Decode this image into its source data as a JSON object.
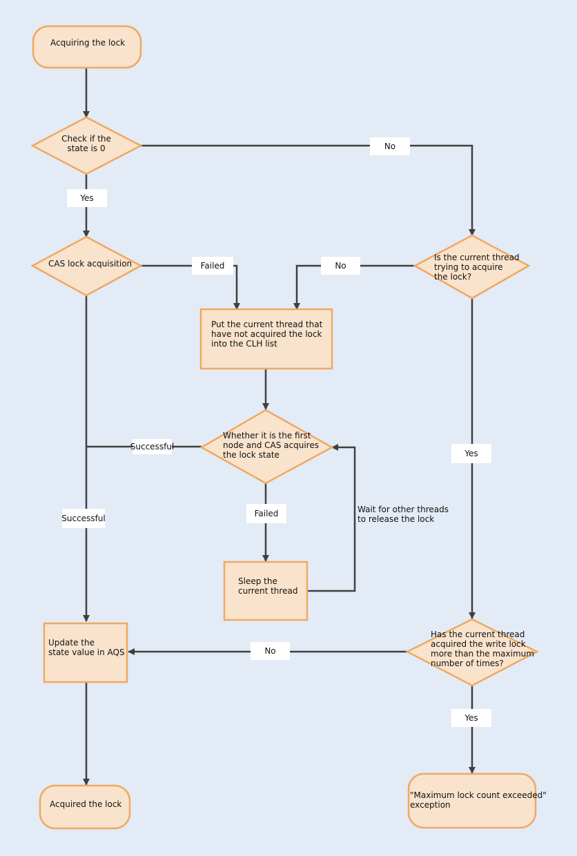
{
  "colors": {
    "background": "#e2ebf6",
    "node_fill": "#f9e3cc",
    "node_stroke": "#f0a860",
    "line": "#3f3f3f",
    "label_bg": "#ffffff"
  },
  "nodes": {
    "start": [
      "Acquiring the lock"
    ],
    "check_state": [
      "Check if the",
      "state is 0"
    ],
    "cas_acquire": [
      "CAS lock acquisition"
    ],
    "is_current_thread": [
      "Is the current thread",
      "trying to acquire",
      "the lock?"
    ],
    "put_clh": [
      "Put the current thread that",
      "have not acquired the lock",
      "into the CLH list"
    ],
    "first_node": [
      "Whether it is the first",
      "node and CAS acquires",
      "the lock state"
    ],
    "sleep": [
      "Sleep the",
      "current thread"
    ],
    "update_state": [
      "Update the",
      "state value in AQS"
    ],
    "max_times": [
      "Has the current thread",
      "acquired the write lock",
      "more than the maximum",
      "number of times?"
    ],
    "acquired": [
      "Acquired the lock"
    ],
    "exception": [
      "\"Maximum lock count exceeded\"",
      "exception"
    ]
  },
  "edge_labels": {
    "state_no": "No",
    "state_yes": "Yes",
    "cas_failed": "Failed",
    "current_no": "No",
    "first_successful": "Successful",
    "cas_successful": "Successful",
    "first_failed": "Failed",
    "current_yes": "Yes",
    "max_no": "No",
    "max_yes": "Yes"
  },
  "annotations": {
    "wait_release": [
      "Wait for other threads",
      "to release the lock"
    ]
  }
}
